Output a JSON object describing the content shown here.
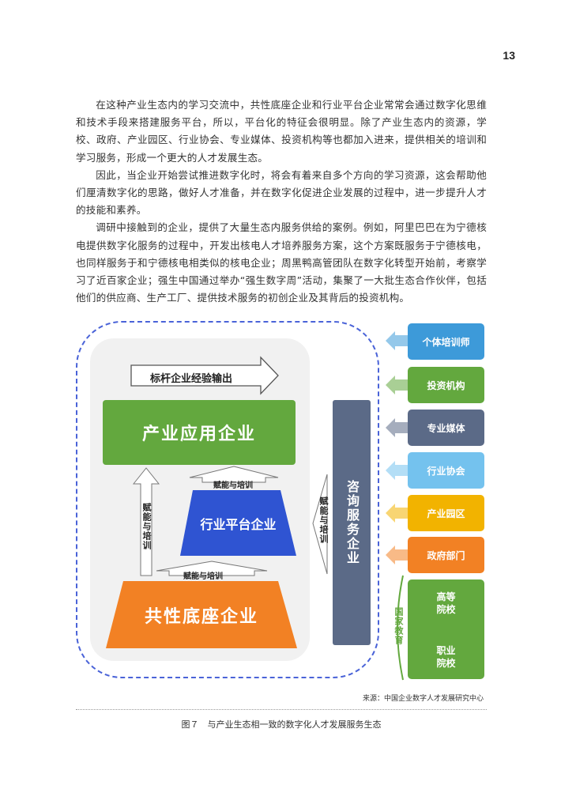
{
  "page": {
    "number": "13"
  },
  "paragraphs": [
    "在这种产业生态内的学习交流中，共性底座企业和行业平台企业常常会通过数字化思维和技术手段来搭建服务平台，所以，平台化的特征会很明显。除了产业生态内的资源，学校、政府、产业园区、行业协会、专业媒体、投资机构等也都加入进来，提供相关的培训和学习服务，形成一个更大的人才发展生态。",
    "因此，当企业开始尝试推进数字化时，将会有着来自多个方向的学习资源，这会帮助他们厘清数字化的思路，做好人才准备，并在数字化促进企业发展的过程中，进一步提升人才的技能和素养。",
    "调研中接触到的企业，提供了大量生态内服务供给的案例。例如，阿里巴巴在为宁德核电提供数字化服务的过程中，开发出核电人才培养服务方案，这个方案既服务于宁德核电，也同样服务于和宁德核电相类似的核电企业；周黑鸭高管团队在数字化转型开始前，考察学习了近百家企业；强生中国通过举办“强生数字周”活动，集聚了一大批生态合作伙伴，包括他们的供应商、生产工厂、提供技术服务的初创企业及其背后的投资机构。"
  ],
  "diagram": {
    "benchmark_arrow_label": "标杆企业经验输出",
    "industry_app": "产业应用企业",
    "platform": "行业平台企业",
    "base": "共性底座企业",
    "empower_top": "赋能与培训",
    "empower_bottom": "赋能与培训",
    "empower_left": "赋能与培训",
    "empower_right": "赋能与培训",
    "consult": "咨询服务企业",
    "side_items": [
      {
        "label": "个体培训师",
        "color": "#3d9ad9"
      },
      {
        "label": "投资机构",
        "color": "#63a83e"
      },
      {
        "label": "专业媒体",
        "color": "#5b6a87"
      },
      {
        "label": "行业协会",
        "color": "#74c2ee"
      },
      {
        "label": "产业园区",
        "color": "#f2b300"
      },
      {
        "label": "政府部门",
        "color": "#f28124"
      }
    ],
    "education_label": "国家教育",
    "education_items": [
      "高等院校",
      "职业院校"
    ],
    "colors": {
      "dashed": "#4a63d8",
      "industry_app": "#63a83e",
      "platform": "#2f54d2",
      "base": "#f28124",
      "consult": "#5b6a87"
    }
  },
  "source_note": "来源：中国企业数字人才发展研究中心",
  "caption": "图７　与产业生态相一致的数字化人才发展服务生态"
}
